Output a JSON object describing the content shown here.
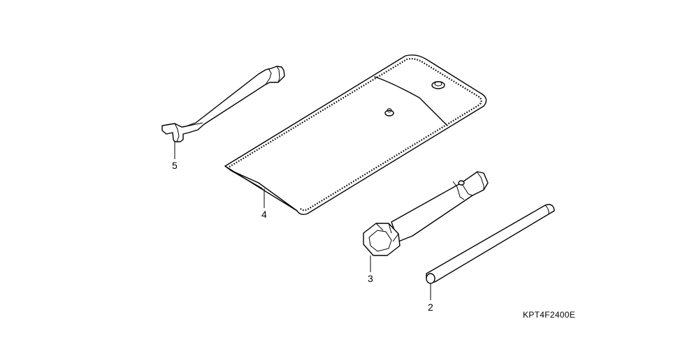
{
  "callouts": {
    "c2": "2",
    "c3": "3",
    "c4": "4",
    "c5": "5"
  },
  "diagram_code": "KPT4F2400E"
}
